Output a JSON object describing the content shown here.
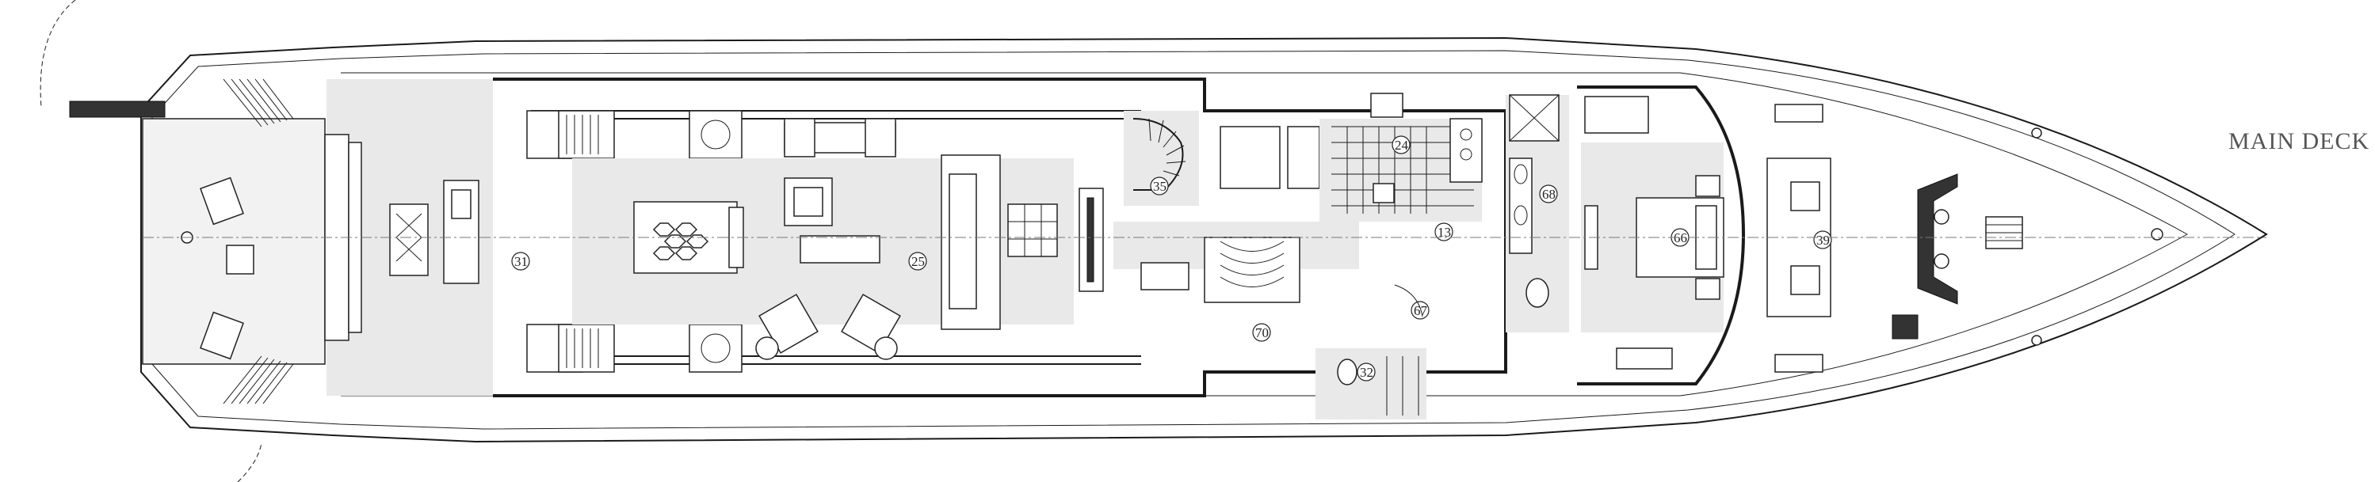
{
  "title": "MAIN DECK",
  "room_numbers": {
    "aft_deck": "31",
    "salon": "25",
    "stair_lobby": "35",
    "galley": "24",
    "corridor_hall": "13",
    "day_head": "32",
    "passage": "70",
    "guest_corridor": "67",
    "master_bath": "68",
    "master_stateroom": "66",
    "foredeck_lounge": "39"
  }
}
